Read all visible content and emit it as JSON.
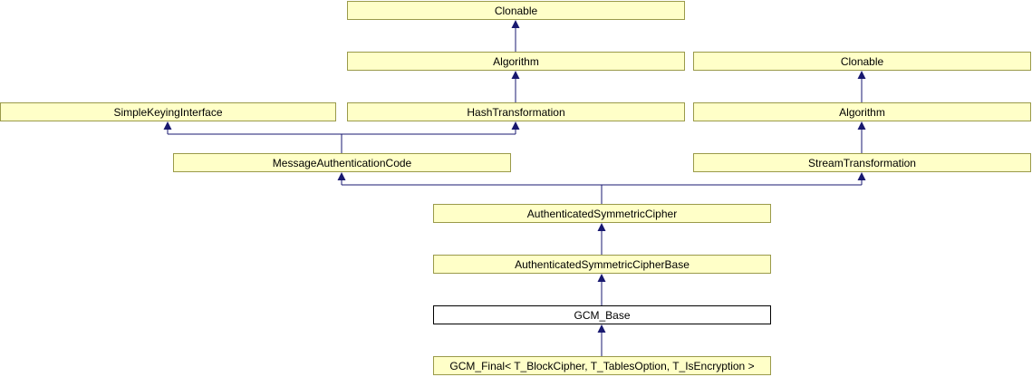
{
  "diagram": {
    "kind": "class-inheritance-graph",
    "colors": {
      "node_fill": "#ffffc8",
      "node_border": "#9a9a4a",
      "edge": "#191970",
      "highlight_node_fill": "#ffffff",
      "highlight_node_border": "#000000",
      "text": "#000000",
      "background": "#ffffff"
    },
    "nodes": {
      "clonable_top": {
        "label": "Clonable"
      },
      "algorithm_center": {
        "label": "Algorithm"
      },
      "clonable_right": {
        "label": "Clonable"
      },
      "simple_keying_interface": {
        "label": "SimpleKeyingInterface"
      },
      "hash_transformation": {
        "label": "HashTransformation"
      },
      "algorithm_right": {
        "label": "Algorithm"
      },
      "message_authentication_code": {
        "label": "MessageAuthenticationCode"
      },
      "stream_transformation": {
        "label": "StreamTransformation"
      },
      "authenticated_symmetric_cipher": {
        "label": "AuthenticatedSymmetricCipher"
      },
      "authenticated_symmetric_cipher_base": {
        "label": "AuthenticatedSymmetricCipherBase"
      },
      "gcm_base": {
        "label": "GCM_Base"
      },
      "gcm_final": {
        "label": "GCM_Final< T_BlockCipher, T_TablesOption, T_IsEncryption >"
      }
    },
    "highlighted_node": "gcm_base",
    "edges": [
      {
        "from": "algorithm_center",
        "to": "clonable_top"
      },
      {
        "from": "hash_transformation",
        "to": "algorithm_center"
      },
      {
        "from": "message_authentication_code",
        "to": "simple_keying_interface"
      },
      {
        "from": "message_authentication_code",
        "to": "hash_transformation"
      },
      {
        "from": "algorithm_right",
        "to": "clonable_right"
      },
      {
        "from": "stream_transformation",
        "to": "algorithm_right"
      },
      {
        "from": "authenticated_symmetric_cipher",
        "to": "message_authentication_code"
      },
      {
        "from": "authenticated_symmetric_cipher",
        "to": "stream_transformation"
      },
      {
        "from": "authenticated_symmetric_cipher_base",
        "to": "authenticated_symmetric_cipher"
      },
      {
        "from": "gcm_base",
        "to": "authenticated_symmetric_cipher_base"
      },
      {
        "from": "gcm_final",
        "to": "gcm_base"
      }
    ]
  }
}
